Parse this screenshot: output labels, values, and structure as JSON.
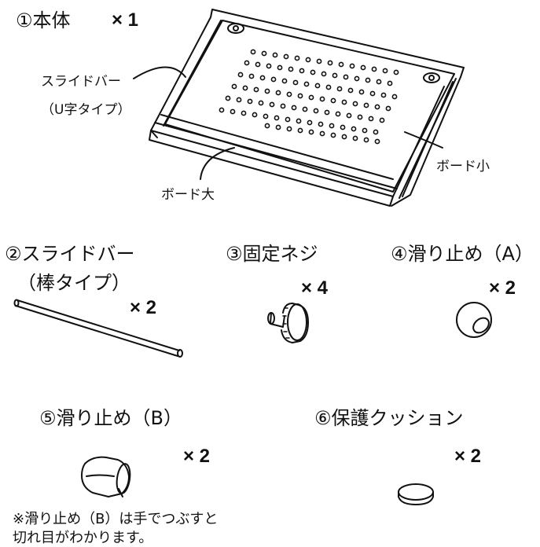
{
  "main_body": {
    "label": "①本体",
    "qty": "× 1",
    "callouts": {
      "slide_bar_line1": "スライドバー",
      "slide_bar_line2": "（U字タイプ）",
      "board_small": "ボード小",
      "board_large": "ボード大"
    }
  },
  "parts": {
    "slide_bar_rod": {
      "label_line1": "②スライドバー",
      "label_line2": "（棒タイプ）",
      "qty": "× 2"
    },
    "fixing_screw": {
      "label": "③固定ネジ",
      "qty": "× 4"
    },
    "anti_slip_a": {
      "label": "④滑り止め（A）",
      "qty": "× 2"
    },
    "anti_slip_b": {
      "label": "⑤滑り止め（B）",
      "qty": "× 2"
    },
    "cushion": {
      "label": "⑥保護クッション",
      "qty": "× 2"
    }
  },
  "note": {
    "line1": "※滑り止め（B）は手でつぶすと",
    "line2": "切れ目がわかります。"
  }
}
